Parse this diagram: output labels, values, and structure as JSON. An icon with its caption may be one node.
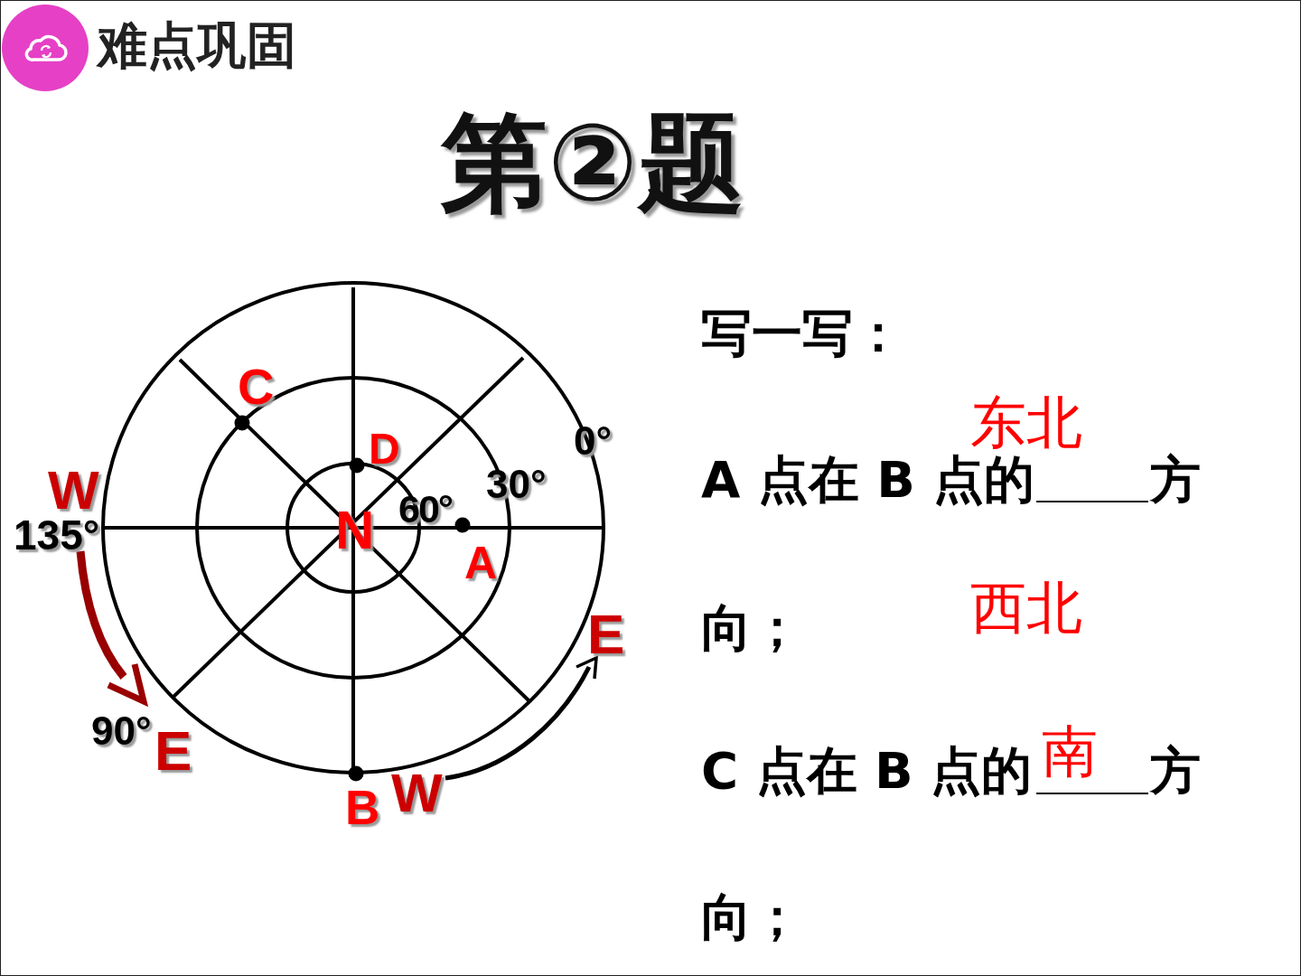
{
  "diagram": {
    "title": "第②题",
    "labels": [
      "难点巩固",
      "C",
      "0°",
      "D",
      "30°",
      "W",
      "60°",
      "N",
      "135°",
      "A",
      "E",
      "90°",
      "E",
      "W",
      "B",
      "写一写：",
      "东北",
      "A 点在 B 点的",
      "方",
      "西北",
      "向；",
      "南",
      "C 点在 B 点的",
      "方",
      "向；"
    ]
  }
}
